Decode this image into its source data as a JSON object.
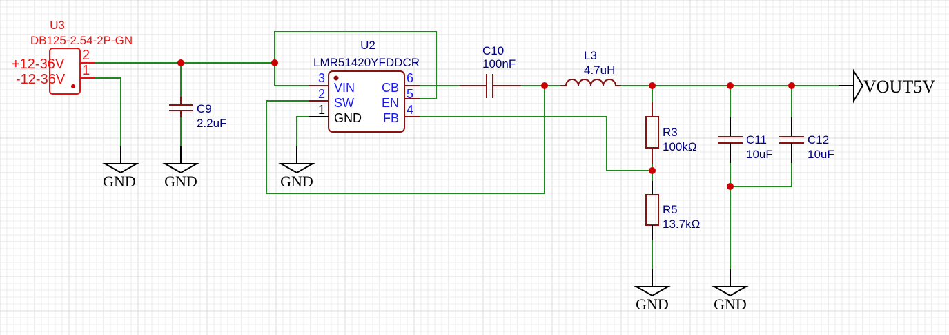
{
  "schematic": {
    "u3": {
      "designator": "U3",
      "part": "DB125-2.54-2P-GN",
      "pin2_num": "2",
      "pin1_num": "1",
      "pin2_label": "+12-36V",
      "pin1_label": "-12-36V"
    },
    "u2": {
      "designator": "U2",
      "part": "LMR51420YFDDCR",
      "pins": {
        "vin": {
          "num": "3",
          "name": "VIN"
        },
        "sw": {
          "num": "2",
          "name": "SW"
        },
        "gnd": {
          "num": "1",
          "name": "GND"
        },
        "cb": {
          "num": "6",
          "name": "CB"
        },
        "en": {
          "num": "5",
          "name": "EN"
        },
        "fb": {
          "num": "4",
          "name": "FB"
        }
      }
    },
    "c9": {
      "designator": "C9",
      "value": "2.2uF"
    },
    "c10": {
      "designator": "C10",
      "value": "100nF"
    },
    "l3": {
      "designator": "L3",
      "value": "4.7uH"
    },
    "r3": {
      "designator": "R3",
      "value": "100kΩ"
    },
    "r5": {
      "designator": "R5",
      "value": "13.7kΩ"
    },
    "c11": {
      "designator": "C11",
      "value": "10uF"
    },
    "c12": {
      "designator": "C12",
      "value": "10uF"
    },
    "net_port": {
      "label": "VOUT5V"
    },
    "gnd_label": "GND",
    "colors": {
      "wire": "#1e8a1e",
      "junction": "#cc0000",
      "component": "#8b1010",
      "connector": "#e81010",
      "label_blue": "#000080",
      "pin_name_blue": "#1a1aff"
    }
  }
}
